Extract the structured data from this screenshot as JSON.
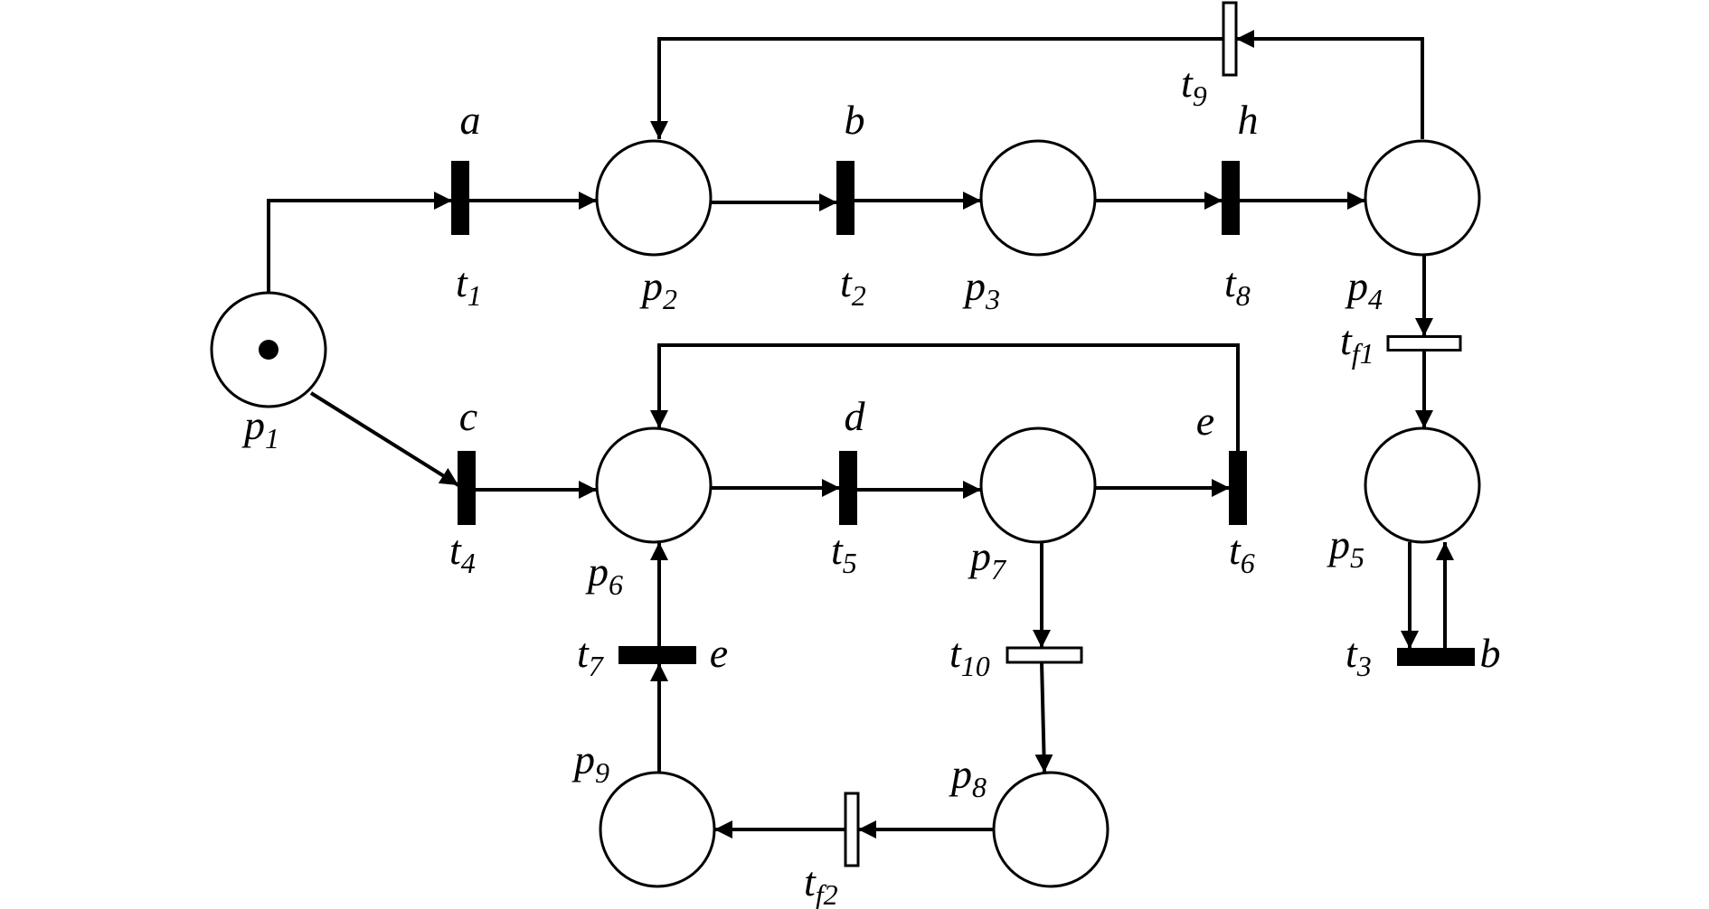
{
  "places": [
    {
      "id": "p1",
      "name": "p",
      "sub": "1",
      "tokens": 1
    },
    {
      "id": "p2",
      "name": "p",
      "sub": "2",
      "tokens": 0
    },
    {
      "id": "p3",
      "name": "p",
      "sub": "3",
      "tokens": 0
    },
    {
      "id": "p4",
      "name": "p",
      "sub": "4",
      "tokens": 0
    },
    {
      "id": "p5",
      "name": "p",
      "sub": "5",
      "tokens": 0
    },
    {
      "id": "p6",
      "name": "p",
      "sub": "6",
      "tokens": 0
    },
    {
      "id": "p7",
      "name": "p",
      "sub": "7",
      "tokens": 0
    },
    {
      "id": "p8",
      "name": "p",
      "sub": "8",
      "tokens": 0
    },
    {
      "id": "p9",
      "name": "p",
      "sub": "9",
      "tokens": 0
    }
  ],
  "transitions": [
    {
      "id": "t1",
      "name": "t",
      "sub": "1",
      "event": "a",
      "observable": true
    },
    {
      "id": "t2",
      "name": "t",
      "sub": "2",
      "event": "b",
      "observable": true
    },
    {
      "id": "t8",
      "name": "t",
      "sub": "8",
      "event": "h",
      "observable": true
    },
    {
      "id": "t9",
      "name": "t",
      "sub": "9",
      "event": "",
      "observable": false
    },
    {
      "id": "tf1",
      "name": "t",
      "sub": "f1",
      "event": "",
      "observable": false
    },
    {
      "id": "t3",
      "name": "t",
      "sub": "3",
      "event": "b",
      "observable": true
    },
    {
      "id": "t4",
      "name": "t",
      "sub": "4",
      "event": "c",
      "observable": true
    },
    {
      "id": "t5",
      "name": "t",
      "sub": "5",
      "event": "d",
      "observable": true
    },
    {
      "id": "t6",
      "name": "t",
      "sub": "6",
      "event": "e",
      "observable": true
    },
    {
      "id": "t7",
      "name": "t",
      "sub": "7",
      "event": "e",
      "observable": true
    },
    {
      "id": "t10",
      "name": "t",
      "sub": "10",
      "event": "",
      "observable": false
    },
    {
      "id": "tf2",
      "name": "t",
      "sub": "f2",
      "event": "",
      "observable": false
    }
  ],
  "arcs": [
    {
      "from": "p1",
      "to": "t1"
    },
    {
      "from": "t1",
      "to": "p2"
    },
    {
      "from": "p2",
      "to": "t2"
    },
    {
      "from": "t2",
      "to": "p3"
    },
    {
      "from": "p3",
      "to": "t8"
    },
    {
      "from": "t8",
      "to": "p4"
    },
    {
      "from": "p4",
      "to": "t9"
    },
    {
      "from": "t9",
      "to": "p2"
    },
    {
      "from": "p4",
      "to": "tf1"
    },
    {
      "from": "tf1",
      "to": "p5"
    },
    {
      "from": "p5",
      "to": "t3"
    },
    {
      "from": "t3",
      "to": "p5"
    },
    {
      "from": "p1",
      "to": "t4"
    },
    {
      "from": "t4",
      "to": "p6"
    },
    {
      "from": "p6",
      "to": "t5"
    },
    {
      "from": "t5",
      "to": "p7"
    },
    {
      "from": "p7",
      "to": "t6"
    },
    {
      "from": "t6",
      "to": "p6"
    },
    {
      "from": "p7",
      "to": "t10"
    },
    {
      "from": "t10",
      "to": "p8"
    },
    {
      "from": "p8",
      "to": "tf2"
    },
    {
      "from": "tf2",
      "to": "p9"
    },
    {
      "from": "p9",
      "to": "t7"
    },
    {
      "from": "t7",
      "to": "p6"
    }
  ]
}
